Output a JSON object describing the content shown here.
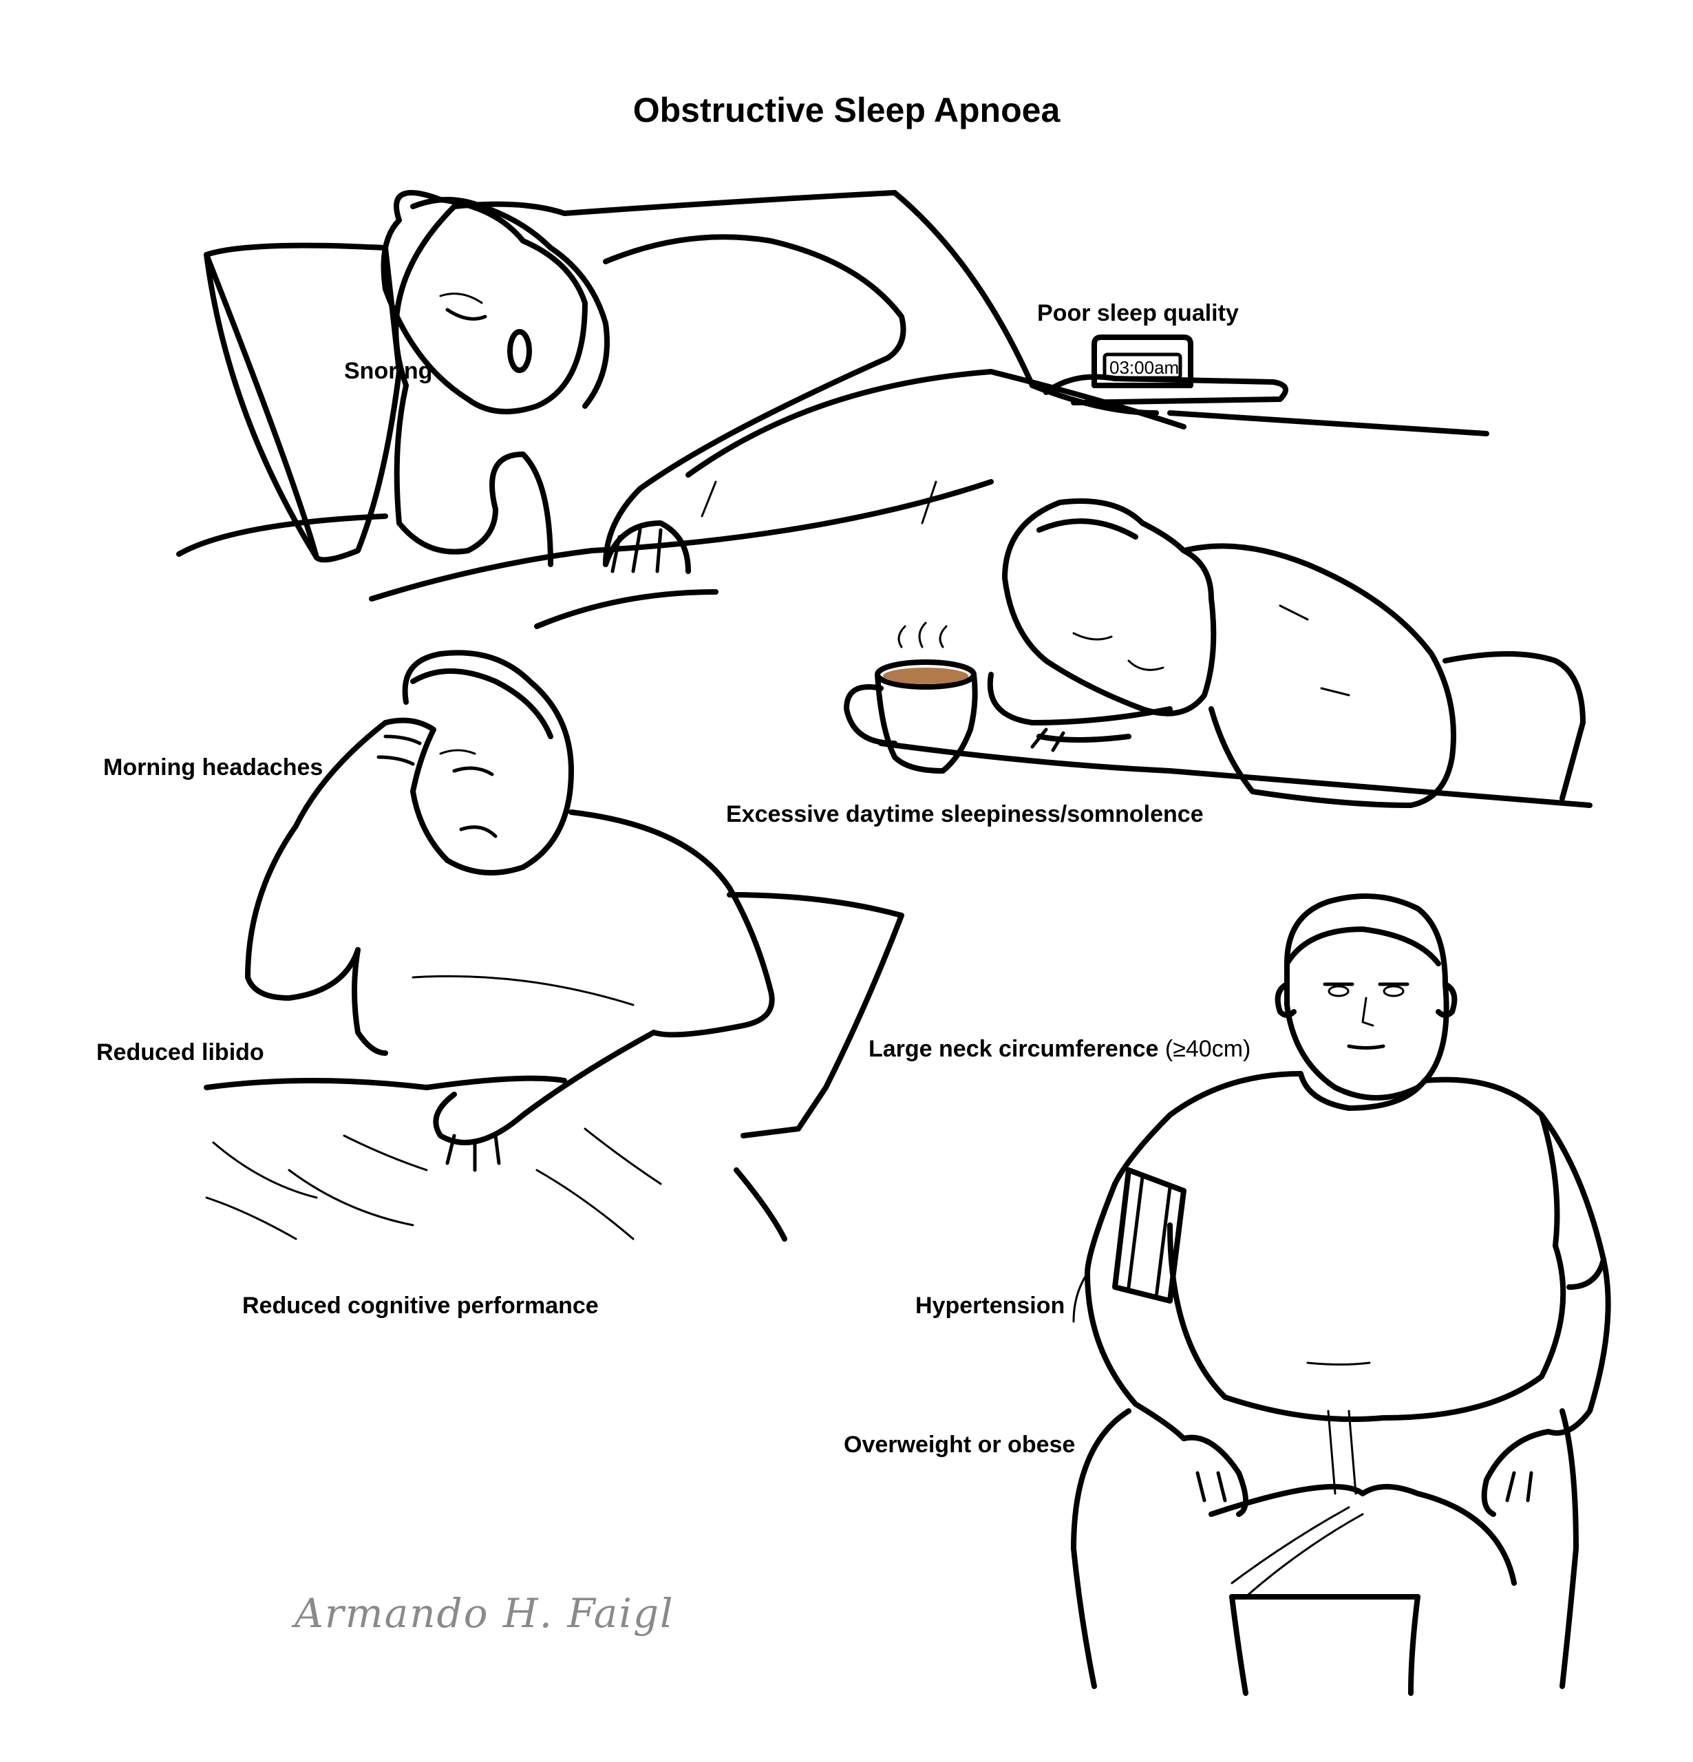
{
  "title": "Obstructive Sleep Apnoea",
  "labels": {
    "snoring": "Snoring",
    "poor_sleep": "Poor sleep quality",
    "clock_time": "03:00am",
    "morning_headaches": "Morning headaches",
    "daytime_sleepiness": "Excessive daytime sleepiness/somnolence",
    "reduced_libido": "Reduced libido",
    "neck_circumference": "Large neck circumference",
    "neck_threshold": "(≥40cm)",
    "reduced_cognitive": "Reduced cognitive performance",
    "hypertension": "Hypertension",
    "overweight": "Overweight or obese"
  },
  "signature": "Armando H. Faigl",
  "colors": {
    "ink": "#000000",
    "signature": "#8a8a8a",
    "coffee": "#b07a4a"
  }
}
